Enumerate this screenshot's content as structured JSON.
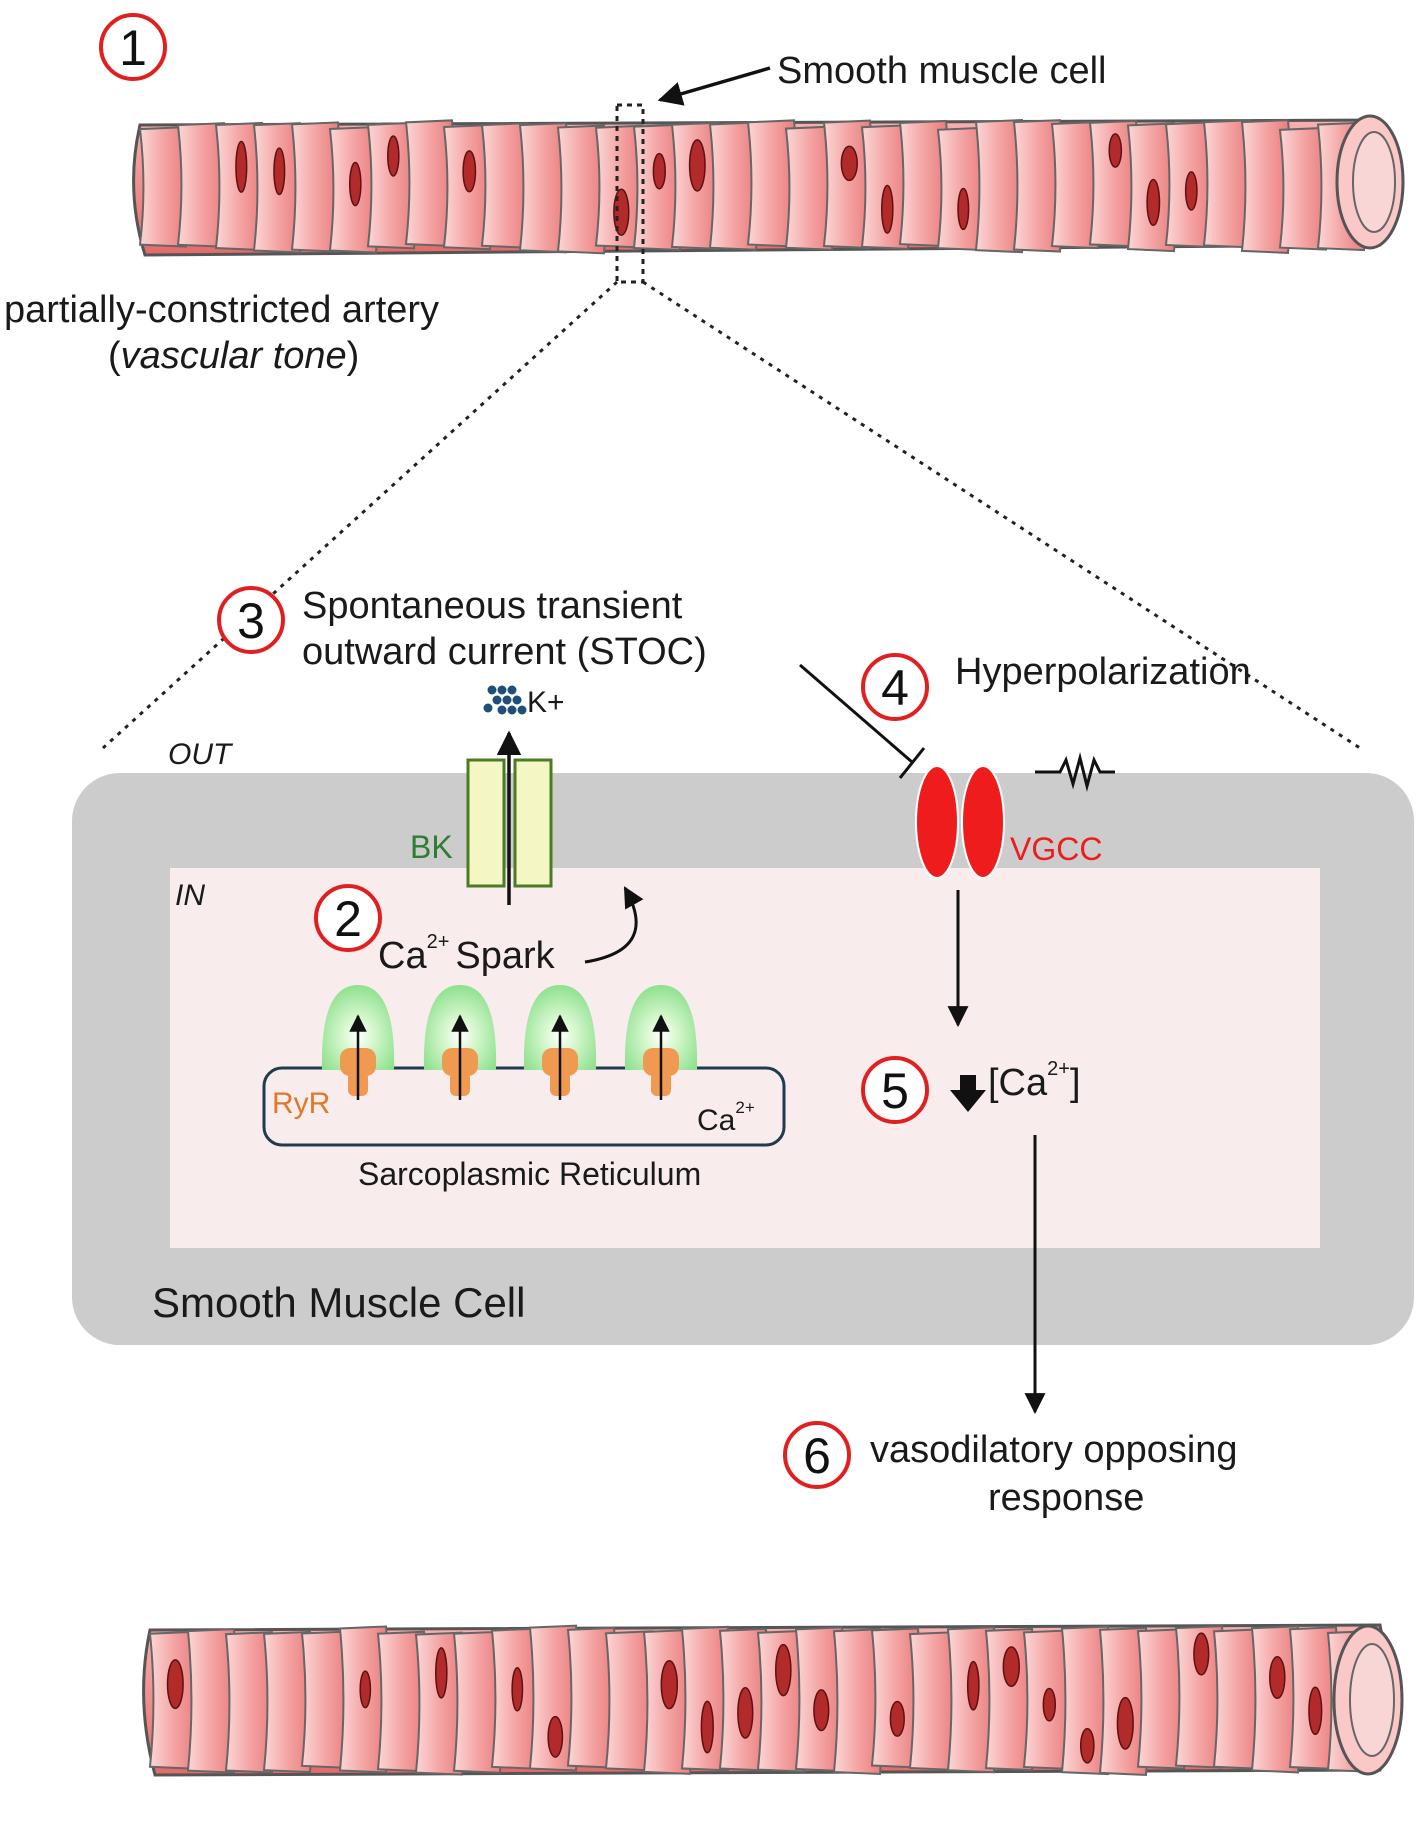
{
  "steps": [
    "1",
    "2",
    "3",
    "4",
    "5",
    "6"
  ],
  "top": {
    "smooth_muscle_cell": "Smooth muscle cell",
    "artery_line1": "partially-constricted artery",
    "artery_line2_open": "(",
    "artery_line2_italic": "vascular tone",
    "artery_line2_close": ")"
  },
  "cell": {
    "out": "OUT",
    "in": "IN",
    "title": "Smooth Muscle Cell",
    "bk": "BK",
    "vgcc": "VGCC",
    "ryr": "RyR",
    "sr": "Sarcoplasmic Reticulum",
    "ca": "Ca",
    "ca_sup": "2+",
    "spark": "Spark",
    "k": "K+",
    "stoc_line1": "Spontaneous transient",
    "stoc_line2": "outward current (STOC)",
    "hyper": "Hyperpolarization",
    "ca_conc_open": "[Ca",
    "ca_conc_sup": "2+",
    "ca_conc_close": "]",
    "vaso_line1": "vasodilatory opposing",
    "vaso_line2": "response"
  },
  "colors": {
    "artery_fill": "#f08a8a",
    "artery_light": "#fbd0d0",
    "nucleus": "#b22a2a",
    "cell_outer": "#cccccc",
    "cell_inner": "#f8eced",
    "bk_fill": "#f4f6c4",
    "bk_stroke": "#4c7a25",
    "bk_text": "#2e7d32",
    "vgcc": "#ee1c1c",
    "ryr": "#ef9a50",
    "ryr_text": "#e0782a",
    "spark_glow": "#8fe08f",
    "sr_stroke": "#1f3b4d",
    "k_dots": "#1f4e79",
    "step_ring": "#e02020"
  }
}
